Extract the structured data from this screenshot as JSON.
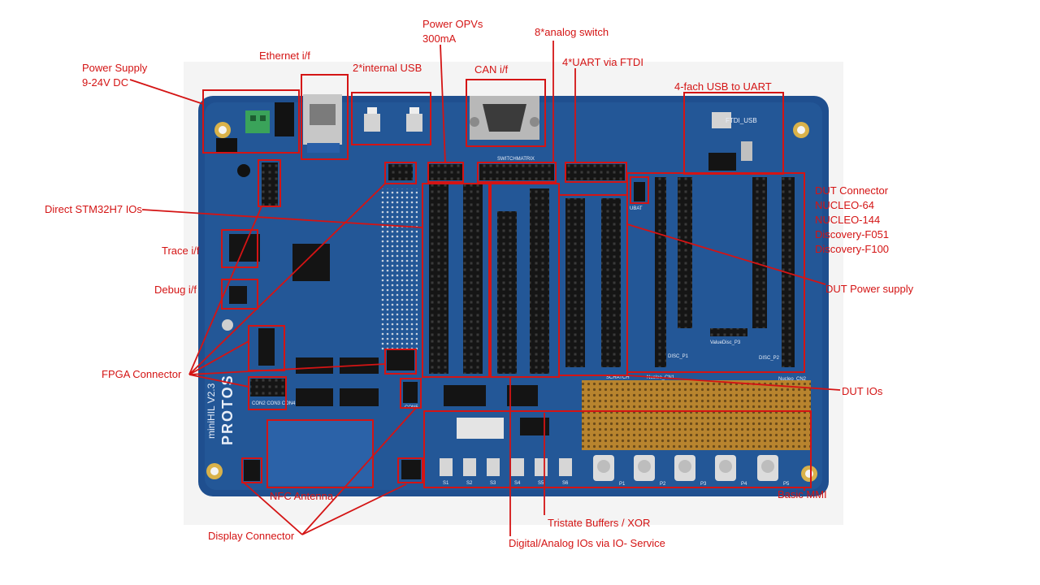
{
  "board": {
    "brand": "PROTOS",
    "model": "miniHIL V2.3",
    "silkscreen": {
      "switchmatrix": "SWITCHMATRIX",
      "ftdi_usb": "FTDI_USB",
      "scratch": "SCRATCH",
      "nucleo_cn1": "Nucleo_CN1",
      "nucleo_cn2": "Nucleo_CN2",
      "disc_p1": "DISC_P1",
      "disc_p2": "DISC_P2",
      "valuedisc_p3": "ValueDisc_P3",
      "ubat": "UBAT",
      "con2": "CON2",
      "con3": "CON3",
      "con4": "CON4",
      "con5": "CON5",
      "buttons": [
        "S1",
        "S2",
        "S3",
        "S4",
        "S5",
        "S6"
      ],
      "pots": [
        "P1",
        "P2",
        "P3",
        "P4",
        "P5"
      ]
    }
  },
  "annotations": {
    "power_supply": [
      "Power Supply",
      "9-24V DC"
    ],
    "ethernet": "Ethernet i/f",
    "internal_usb": "2*internal USB",
    "power_opvs": [
      "Power OPVs",
      "300mA"
    ],
    "can": "CAN i/f",
    "analog_switch": "8*analog switch",
    "uart_ftdi": "4*UART via FTDI",
    "usb_uart": "4-fach USB to UART",
    "dut_connector": [
      "DUT Connector",
      "NUCLEO-64",
      "NUCLEO-144",
      "Discovery-F051",
      "Discovery-F100"
    ],
    "direct_io": "Direct STM32H7 IOs",
    "trace": "Trace i/f",
    "debug": "Debug i/f",
    "dut_power": "DUT Power supply",
    "fpga": "FPGA Connector",
    "dut_ios": "DUT IOs",
    "nfc": "NFC Antenna",
    "basic_mmi": "Basic MMI",
    "tristate": "Tristate Buffers / XOR",
    "display": "Display Connector",
    "digital_analog": "Digital/Analog IOs via IO- Service"
  },
  "colors": {
    "annotation": "#d41414",
    "pcb": "#1f4f8f",
    "pcb_dark": "#173e73",
    "header": "#161616",
    "silkscreen": "#e8eef8"
  }
}
